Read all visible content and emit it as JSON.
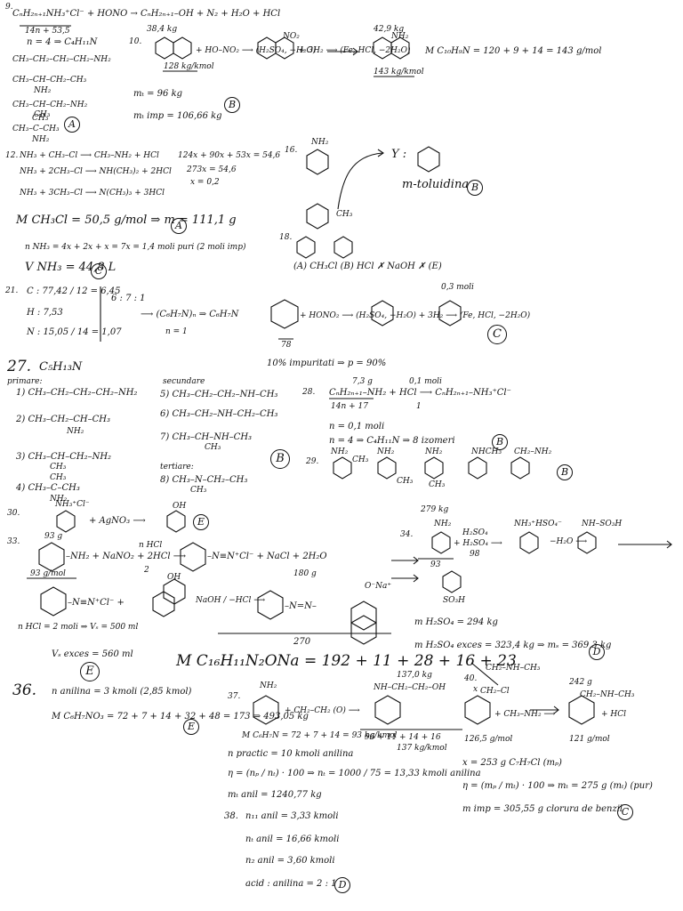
{
  "p9": {
    "num": "9.",
    "eq": "CₙH₂ₙ₊₁NH₃⁺Cl⁻ + HONO → CₙH₂ₙ₊₁–OH + N₂ + H₂O + HCl",
    "mass": "14n + 53,5",
    "n": "n = 4 ⇒ C₄H₁₁N",
    "i1": "CH₃–CH₂–CH₂–CH₂–NH₂",
    "i2": "CH₃–CH–CH₂–CH₃",
    "i2b": "NH₂",
    "i3": "CH₃–CH–CH₂–NH₂",
    "i3b": "CH₃",
    "i4a": "CH₃",
    "i4": "CH₃–C–CH₃",
    "i4b": "NH₂",
    "ans": "A"
  },
  "p10": {
    "num": "10.",
    "lbl1": "38,4 kg",
    "eq": "+ HO–NO₂ ⟶ (H₂SO₄, −H₂O)",
    "no2": "NO₂",
    "h": "+ 3H₂ ⟶ (Fe, HCl, −2H₂O)",
    "lbl2": "42,9 kg",
    "nh2": "NH₂",
    "m1": "128 kg/kmol",
    "m2": "143 kg/kmol",
    "m": "M C₁₀H₉N = 120 + 9 + 14 = 143 g/mol",
    "mt": "mₜ = 96 kg",
    "mimp": "mₜ imp = 106,66 kg",
    "ans": "B"
  },
  "p12": {
    "num": "12.",
    "r1": "NH₃ + CH₃–Cl ⟶ CH₃–NH₂ + HCl",
    "r2": "NH₃ + 2CH₃–Cl ⟶ NH(CH₃)₂ + 2HCl",
    "r3": "NH₃ + 3CH₃–Cl ⟶ N(CH₃)₃ + 3HCl",
    "s1": "124x + 90x + 53x = 54,6",
    "s2": "273x = 54,6",
    "s3": "x = 0,2",
    "mr": "M CH₃Cl = 50,5 g/mol ⇒ m = 111,1 g",
    "ansA": "A",
    "n": "n NH₃ = 4x + 2x + x = 7x = 1,4 moli puri (2 moli imp)",
    "v": "V NH₃ = 44,8 L",
    "ansC": "C"
  },
  "p16": {
    "num": "16.",
    "y": "Y :",
    "name": "m-toluidina",
    "ans": "B",
    "nh2": "NH₂",
    "ch3": "CH₃"
  },
  "p18": {
    "num": "18.",
    "opts": "(A) CH₃Cl   (B) HCl   ✗ NaOH   ✗ (E)"
  },
  "p21": {
    "num": "21.",
    "c": "C : 77,42 / 12 = 6,45",
    "h": "H : 7,53",
    "n": "N : 15,05 / 14 = 1,07",
    "ratio": "6 : 7 : 1",
    "f": "⟶ (C₆H₇N)ₙ ⇒ C₆H₇N",
    "n1": "n = 1",
    "eq": "+ HONO₂ ⟶ (H₂SO₄, −H₂O)   + 3H₂ ⟶ (Fe, HCl, −2H₂O)",
    "moli": "0,3 moli",
    "m78": "78",
    "imp": "10% impuritati ⇒ p = 90%",
    "ans": "C"
  },
  "p27": {
    "num": "27.",
    "f": "C₅H₁₃N",
    "prim": "primare:",
    "a1": "1) CH₃–CH₂–CH₂–CH₂–NH₂",
    "a2": "2) CH₃–CH₂–CH–CH₃",
    "a2b": "NH₂",
    "a3": "3) CH₃–CH–CH₂–NH₂",
    "a3b": "CH₃",
    "a4a": "CH₃",
    "a4": "4) CH₃–C–CH₃",
    "a4b": "NH₂",
    "sec": "secundare",
    "b5": "5) CH₃–CH₂–CH₂–NH–CH₃",
    "b6": "6) CH₃–CH₂–NH–CH₂–CH₃",
    "b7": "7) CH₃–CH–NH–CH₃",
    "b7b": "CH₃",
    "ter": "tertiare:",
    "c8": "8) CH₃–N–CH₂–CH₃",
    "c8b": "CH₃",
    "ans": "B"
  },
  "p28": {
    "num": "28.",
    "eq": "CₙH₂ₙ₊₁–NH₂ + HCl ⟶ CₙH₂ₙ₊₁–NH₃⁺Cl⁻",
    "top1": "7,3 g",
    "top2": "0,1 moli",
    "m": "14n + 17",
    "one": "1",
    "n": "n = 0,1 moli",
    "res": "n = 4 ⇒ C₄H₁₁N ⇒ 8 izomeri",
    "ans": "B"
  },
  "p29": {
    "num": "29.",
    "lbls": [
      "NH₂",
      "CH₃",
      "NH₂",
      "CH₃",
      "NH₂",
      "CH₃",
      "NHCH₃",
      "CH₂–NH₂"
    ],
    "ans": "B"
  },
  "p30": {
    "num": "30.",
    "cat": "NH₃⁺Cl⁻",
    "eq": "+ AgNO₃ ⟶",
    "oh": "OH",
    "ans": "E"
  },
  "p33": {
    "num": "33.",
    "top": "93 g",
    "eq": "–NH₂ + NaNO₂ + 2HCl ⟶",
    "hcl": "n HCl",
    "two": "2",
    "m": "93 g/mol",
    "d": "–N≡N⁺Cl⁻ + NaCl + 2H₂O",
    "g": "180 g",
    "az": "–N≡N⁺Cl⁻ +",
    "oh": "OH",
    "naoh": "NaOH / −HCl ⟶",
    "azo": "–N=N–",
    "ona": "O⁻Na⁺",
    "m270": "270",
    "n": "n HCl = 2 moli ⇒ Vₛ = 500 ml",
    "v": "Vₛ exces = 560 ml",
    "ans": "E",
    "mm": "M C₁₆H₁₁N₂ONa = 192 + 11 + 28 + 16 + 23"
  },
  "p34": {
    "num": "34.",
    "top": "279 kg",
    "nh2": "NH₂",
    "eq": "+ H₂SO₄ ⟶",
    "h": "H₂SO₄",
    "m98": "98",
    "n3": "NH₃⁺HSO₄⁻",
    "m93": "93",
    "w": "−H₂O ⟶",
    "s": "NH–SO₃H",
    "so3h": "SO₃H",
    "m1": "m H₂SO₄ = 294 kg",
    "m2": "m H₂SO₄ exces = 323,4 kg ⇒ mₛ = 369,3 kg",
    "ans": "D"
  },
  "p36": {
    "num": "36.",
    "n": "n anilina = 3 kmoli (2,85 kmol)",
    "m": "M C₆H₇NO₃ = 72 + 7 + 14 + 32 + 48 = 173 ⇒ 493,05 kg",
    "ans": "E"
  },
  "p37": {
    "num": "37.",
    "nh2": "NH₂",
    "eq": "+ CH₂–CH₂ (O) ⟶",
    "top": "137,0 kg",
    "prod": "NH–CH₂–CH₂–OH",
    "m": "M C₆H₇N = 72 + 7 + 14 = 93 kg/kmol",
    "m2": "96 + 11 + 14 + 16",
    "m3": "137 kg/kmol",
    "np": "n practic = 10 kmoli anilina",
    "eta": "η = (nₚ / nₜ) · 100 ⇒ nₜ = 1000 / 75 = 13,33 kmoli anilina",
    "mt": "mₜ anil = 1240,77 kg"
  },
  "p38": {
    "num": "38.",
    "a": "n₁₁ anil = 3,33 kmoli",
    "b": "nₜ anil = 16,66 kmoli",
    "c": "n₂ anil = 3,60 kmoli",
    "d": "acid : anilina = 2 : 1",
    "ans": "D"
  },
  "p40": {
    "num": "40.",
    "top1": "CH₂–NH–CH₃",
    "x": "x",
    "ch2cl": "CH₂–Cl",
    "eq": "+ CH₃–NH₂ ⟶",
    "top2": "242 g",
    "prod": "CH₂–NH–CH₃",
    "hcl": "+ HCl",
    "m1": "126,5 g/mol",
    "m2": "121 g/mol",
    "x1": "x = 253 g C₇H₇Cl (mₚ)",
    "eta": "η = (mₚ / mₜ) · 100 ⇒ mₜ = 275 g (mₜ) (pur)",
    "imp": "m imp = 305,55 g clorura de benzil",
    "ans": "C"
  }
}
